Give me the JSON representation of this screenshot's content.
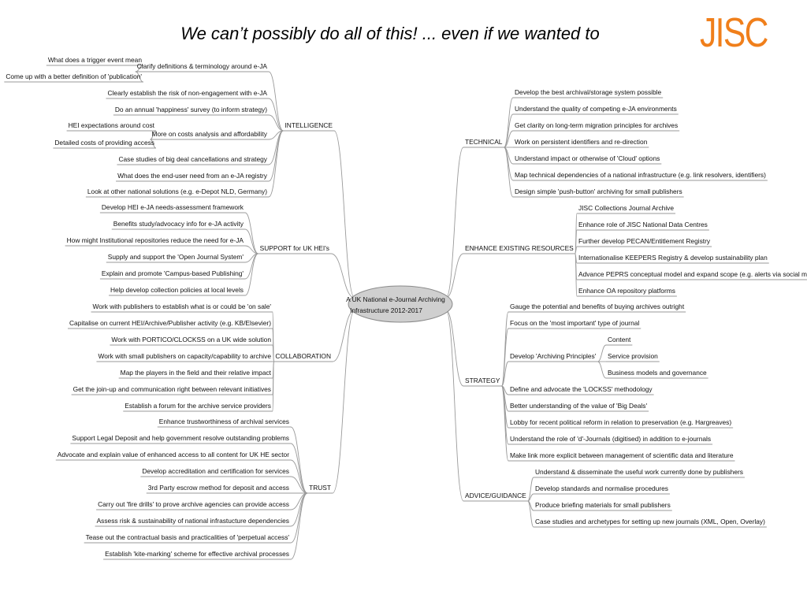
{
  "title": "We can’t possibly do all of this! ... even if we wanted to",
  "logo": "JISC",
  "center": [
    "A UK National e-Journal Archiving",
    "Infrastructure 2012-2017"
  ],
  "branches": {
    "intelligence": {
      "label": "INTELLIGENCE",
      "items": [
        {
          "text": "Clarify definitions & terminology around e-JA",
          "children": [
            "What does a trigger event mean",
            "Come up with a better definition of 'publication'"
          ]
        },
        {
          "text": "Clearly establish the risk of non-engagement with e-JA"
        },
        {
          "text": "Do an annual 'happiness' survey (to inform strategy)"
        },
        {
          "text": "More on costs analysis and affordability",
          "children": [
            "HEI expectations around cost",
            "Detailed costs of providing access"
          ]
        },
        {
          "text": "Case studies of big deal cancellations and strategy"
        },
        {
          "text": "What does the end-user need from an e-JA registry"
        },
        {
          "text": "Look at other national solutions (e.g. e-Depot NLD, Germany)"
        }
      ]
    },
    "support": {
      "label": "SUPPORT for UK HEI's",
      "items": [
        {
          "text": "Develop HEI e-JA needs-assessment framework"
        },
        {
          "text": "Benefits study/advocacy info for e-JA activity"
        },
        {
          "text": "How might Institutional repositories reduce the need for e-JA"
        },
        {
          "text": "Supply and support the 'Open Journal System'"
        },
        {
          "text": "Explain and promote 'Campus-based Publishing'"
        },
        {
          "text": "Help develop collection policies at local levels"
        }
      ]
    },
    "collaboration": {
      "label": "COLLABORATION",
      "items": [
        {
          "text": "Work with publishers to establish what is or could be 'on sale'"
        },
        {
          "text": "Capitalise on current HEI/Archive/Publisher activity (e.g. KB/Elsevier)"
        },
        {
          "text": "Work with PORTICO/CLOCKSS on a UK wide solution"
        },
        {
          "text": "Work with small publishers on capacity/capability to archive"
        },
        {
          "text": "Map the players in the field and their relative impact"
        },
        {
          "text": "Get the join-up and communication right between relevant initiatives"
        },
        {
          "text": "Establish a forum for the archive service providers"
        }
      ]
    },
    "trust": {
      "label": "TRUST",
      "items": [
        {
          "text": "Enhance trustworthiness of archival services"
        },
        {
          "text": "Support Legal Deposit and help government resolve outstanding problems"
        },
        {
          "text": "Advocate and explain value of enhanced access to all content for UK HE sector"
        },
        {
          "text": "Develop accreditation and certification for services"
        },
        {
          "text": "3rd Party escrow method for deposit and access"
        },
        {
          "text": "Carry out 'fire drills' to prove archive agencies can provide access"
        },
        {
          "text": "Assess risk & sustainability of national infrastucture dependencies"
        },
        {
          "text": "Tease out the contractual basis and practicalities of 'perpetual access'"
        },
        {
          "text": "Establish 'kite-marking' scheme for effective archival processes"
        }
      ]
    },
    "technical": {
      "label": "TECHNICAL",
      "items": [
        {
          "text": "Develop the best archival/storage system possible"
        },
        {
          "text": "Understand the quality of competing e-JA environments"
        },
        {
          "text": "Get clarity on long-term migration principles for archives"
        },
        {
          "text": "Work on persistent identifiers and re-direction"
        },
        {
          "text": "Understand impact or otherwise of 'Cloud' options"
        },
        {
          "text": "Map technical dependencies of a national infrastructure (e.g. link resolvers, identifiers)"
        },
        {
          "text": "Design simple 'push-button' archiving for small publishers"
        }
      ]
    },
    "enhance": {
      "label": "ENHANCE EXISTING RESOURCES",
      "items": [
        {
          "text": "JISC Collections Journal Archive"
        },
        {
          "text": "Enhance role of JISC National Data Centres"
        },
        {
          "text": "Further develop PECAN/Entitlement Registry"
        },
        {
          "text": "Internationalise KEEPERS Registry & develop sustainability plan"
        },
        {
          "text": "Advance PEPRS conceptual model and expand scope (e.g. alerts via social media)"
        },
        {
          "text": "Enhance OA repository platforms"
        }
      ]
    },
    "strategy": {
      "label": "STRATEGY",
      "items": [
        {
          "text": "Gauge the potential and benefits of buying archives outright"
        },
        {
          "text": "Focus on the 'most important' type of journal"
        },
        {
          "text": "Develop 'Archiving Principles'",
          "children": [
            "Content",
            "Service provision",
            "Business models and governance"
          ]
        },
        {
          "text": "Define and advocate  the 'LOCKSS' methodology"
        },
        {
          "text": "Better understanding of the value of  'Big Deals'"
        },
        {
          "text": "Lobby for recent political reform in relation to preservation (e.g. Hargreaves)"
        },
        {
          "text": "Understand the role of 'd'-Journals (digitised) in addition to e-journals"
        },
        {
          "text": "Make link more explicit between management of scientific data and literature"
        }
      ]
    },
    "advice": {
      "label": "ADVICE/GUIDANCE",
      "items": [
        {
          "text": "Understand & disseminate the useful work currently done by publishers"
        },
        {
          "text": "Develop standards and normalise procedures"
        },
        {
          "text": "Produce briefing materials for small publishers"
        },
        {
          "text": "Case studies and archetypes for setting up new journals (XML, Open, Overlay)"
        }
      ]
    }
  }
}
